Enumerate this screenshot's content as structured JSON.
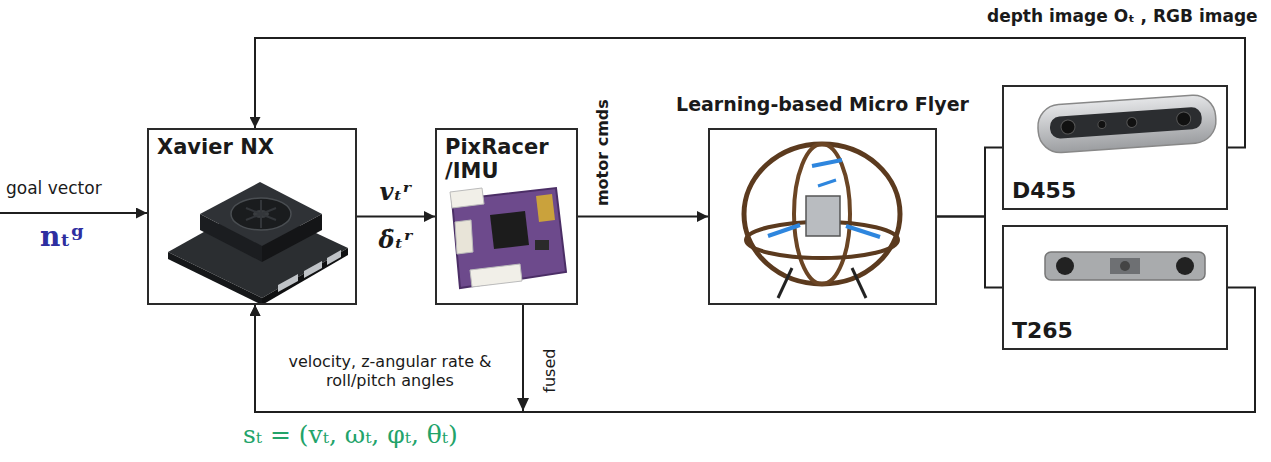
{
  "diagram": {
    "nodes": [
      {
        "text": [
          "Xavier NX"
        ]
      },
      {
        "text": [
          "PixRacer /IMU"
        ]
      },
      {
        "text": [
          "Learning-based Micro Flyer"
        ]
      },
      {
        "text": [
          "D455"
        ]
      },
      {
        "text": [
          "T265"
        ]
      }
    ],
    "edges": [
      {
        "from": 0,
        "to": 1,
        "arrow": "to",
        "label": "vₜʳ δ̇ₜʳ"
      },
      {
        "from": 1,
        "to": 2,
        "arrow": "to",
        "label": "motor cmds"
      },
      {
        "from": 2,
        "to": 3,
        "arrow": "none"
      },
      {
        "from": 2,
        "to": 4,
        "arrow": "none"
      },
      {
        "from": 3,
        "to": 0,
        "arrow": "to",
        "label": "depth image Oₜ , RGB image"
      },
      {
        "from": 1,
        "to": 0,
        "arrow": "to",
        "label": "velocity, z-angular rate & roll/pitch angles"
      },
      {
        "from": 4,
        "to": 0,
        "arrow": "to",
        "label": "fused"
      }
    ],
    "labels": [
      "goal vector",
      "nₜᵍ",
      "sₜ = (vₜ, ωₜ, φₜ, θₜ)"
    ]
  }
}
